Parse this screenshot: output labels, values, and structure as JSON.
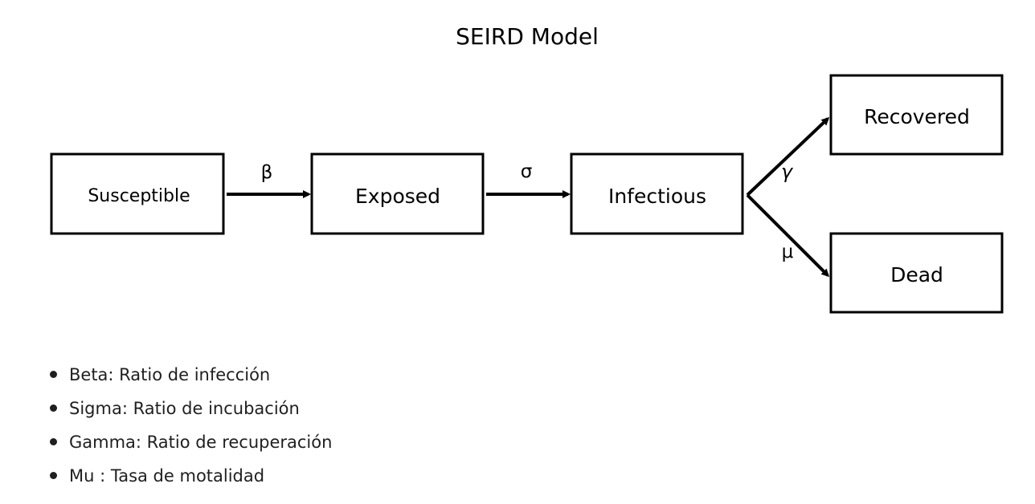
{
  "diagram": {
    "title": "SEIRD Model",
    "nodes": {
      "susceptible": "Susceptible",
      "exposed": "Exposed",
      "infectious": "Infectious",
      "recovered": "Recovered",
      "dead": "Dead"
    },
    "rates": {
      "beta": "β",
      "sigma": "σ",
      "gamma": "γ",
      "mu": "μ"
    }
  },
  "legend": [
    "Beta: Ratio de infección",
    "Sigma: Ratio de incubación",
    "Gamma: Ratio de recuperación",
    "Mu : Tasa de motalidad"
  ]
}
